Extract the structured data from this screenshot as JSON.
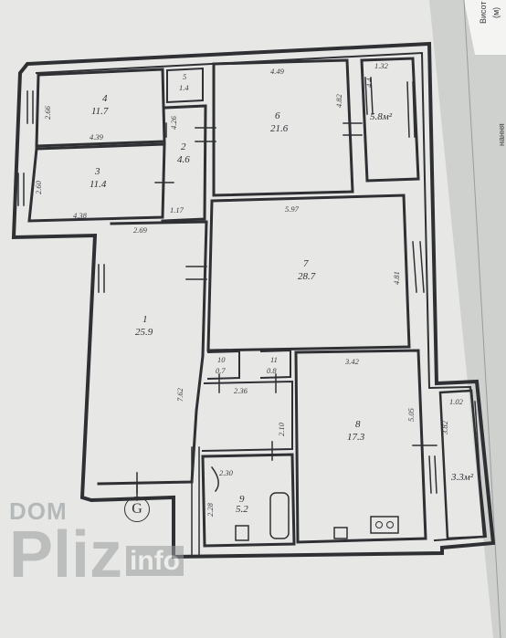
{
  "rooms": [
    {
      "id": "4",
      "area": "11.7"
    },
    {
      "id": "3",
      "area": "11.4"
    },
    {
      "id": "2",
      "area": "4.6"
    },
    {
      "id": "5",
      "area": "1.4"
    },
    {
      "id": "6",
      "area": "21.6"
    },
    {
      "id": "balcony-top",
      "area": "5.8м²"
    },
    {
      "id": "7",
      "area": "28.7"
    },
    {
      "id": "1",
      "area": "25.9"
    },
    {
      "id": "10",
      "area": "0.7"
    },
    {
      "id": "11",
      "area": "0.8"
    },
    {
      "id": "8",
      "area": "17.3"
    },
    {
      "id": "9",
      "area": "5.2"
    },
    {
      "id": "balcony-right",
      "area": "3.3м²"
    }
  ],
  "dimensions": {
    "d_2_66": "2.66",
    "d_4_39": "4.39",
    "d_2_60": "2.60",
    "d_4_38": "4.38",
    "d_1_17": "1.17",
    "d_2_69": "2.69",
    "d_4_49": "4.49",
    "d_4_82": "4.82",
    "d_1_32": "1.32",
    "d_4_4": "4.4",
    "d_4_26": "4.26",
    "d_5_97": "5.97",
    "d_4_81": "4.81",
    "d_3_42": "3.42",
    "d_7_62": "7.62",
    "d_2_36": "2.36",
    "d_2_10": "2.10",
    "d_5_05": "5.05",
    "d_1_02": "1.02",
    "d_3_82": "3.82",
    "d_2_30": "2.30",
    "d_2_28": "2.28"
  },
  "marker": "G",
  "side_text": {
    "top": "Висот",
    "sub": "(м)",
    "vertical": "нання"
  },
  "watermark": {
    "dom": "DOM",
    "pliz": "Pliz",
    "info": "info"
  }
}
